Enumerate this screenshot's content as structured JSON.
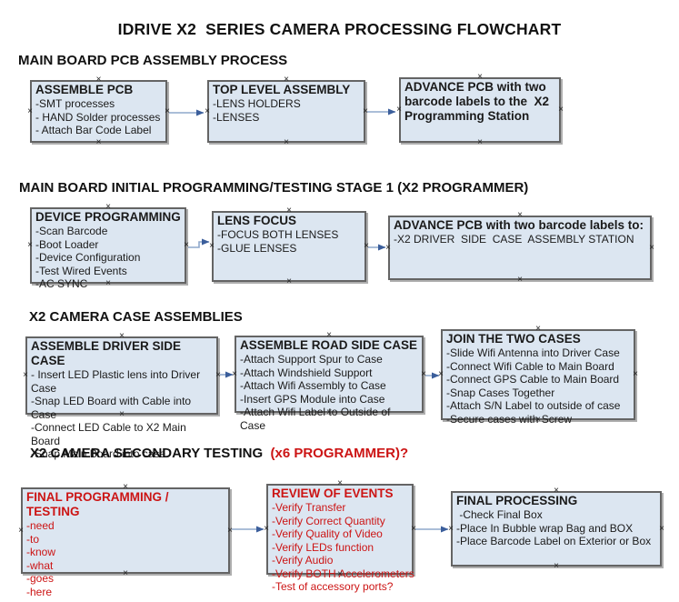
{
  "title": "IDRIVE X2  SERIES CAMERA PROCESSING FLOWCHART",
  "glyphs": {
    "anchor": "×"
  },
  "colors": {
    "box_fill": "#dce6f1",
    "box_border": "#646464",
    "arrow_line": "#8fa8cc",
    "arrow_head": "#3b5e9b",
    "red_text": "#cc1414",
    "black_text": "#111111"
  },
  "sections": [
    {
      "header": "MAIN BOARD PCB ASSEMBLY PROCESS",
      "boxes": [
        {
          "title": "ASSEMBLE PCB",
          "lines": [
            "-SMT processes",
            "- HAND Solder processes",
            "- Attach Bar Code Label"
          ]
        },
        {
          "title": "TOP LEVEL ASSEMBLY",
          "lines": [
            "-LENS HOLDERS",
            "-LENSES"
          ]
        },
        {
          "title": "ADVANCE PCB with two barcode labels to the  X2 Programming Station",
          "lines": []
        }
      ]
    },
    {
      "header": "MAIN BOARD INITIAL PROGRAMMING/TESTING STAGE 1 (X2 PROGRAMMER)",
      "boxes": [
        {
          "title": "DEVICE PROGRAMMING",
          "lines": [
            "-Scan Barcode",
            "-Boot Loader",
            "-Device Configuration",
            "-Test Wired Events",
            "-AC SYNC"
          ]
        },
        {
          "title": "LENS FOCUS",
          "lines": [
            "-FOCUS BOTH LENSES",
            "-GLUE LENSES"
          ]
        },
        {
          "title": "ADVANCE PCB with two barcode labels to:",
          "lines": [
            "-X2 DRIVER  SIDE  CASE  ASSEMBLY STATION"
          ]
        }
      ]
    },
    {
      "header": "X2 CAMERA CASE ASSEMBLIES",
      "boxes": [
        {
          "title": "ASSEMBLE DRIVER SIDE CASE",
          "lines": [
            "- Insert LED Plastic lens into Driver Case",
            "-Snap LED Board with Cable into Case",
            "-Connect LED Cable to X2 Main Board",
            "-Snap Main Board into case"
          ]
        },
        {
          "title": "ASSEMBLE ROAD SIDE CASE",
          "lines": [
            "-Attach Support Spur to Case",
            "-Attach Windshield Support",
            "-Attach Wifi Assembly to Case",
            "-Insert GPS Module into Case",
            "-Attach Wifi Label to Outside of Case"
          ]
        },
        {
          "title": "JOIN THE TWO CASES",
          "lines": [
            "-Slide Wifi Antenna into Driver Case",
            "-Connect Wifi Cable to Main Board",
            "-Connect GPS Cable to Main Board",
            "-Snap Cases Together",
            "-Attach S/N Label to outside of case",
            "-Secure cases with Screw"
          ]
        }
      ]
    },
    {
      "header": "X2 CAMERA SECONDARY TESTING ",
      "header_suffix": " (x6 PROGRAMMER)?",
      "boxes": [
        {
          "title": "FINAL PROGRAMMING / TESTING",
          "lines": [
            "-need",
            "-to",
            "-know",
            "-what",
            "-goes",
            "-here"
          ]
        },
        {
          "title": "REVIEW OF EVENTS",
          "lines": [
            "-Verify Transfer",
            "-Verify Correct Quantity",
            "-Verify Quality of Video",
            "-Verify LEDs function",
            "-Verify Audio",
            "-Verify BOTH Accelerometers",
            "-Test of accessory ports?"
          ]
        },
        {
          "title": "FINAL PROCESSING",
          "lines": [
            " -Check Final Box",
            "-Place In Bubble wrap Bag and BOX",
            "-Place Barcode Label on Exterior or Box"
          ]
        }
      ]
    }
  ]
}
